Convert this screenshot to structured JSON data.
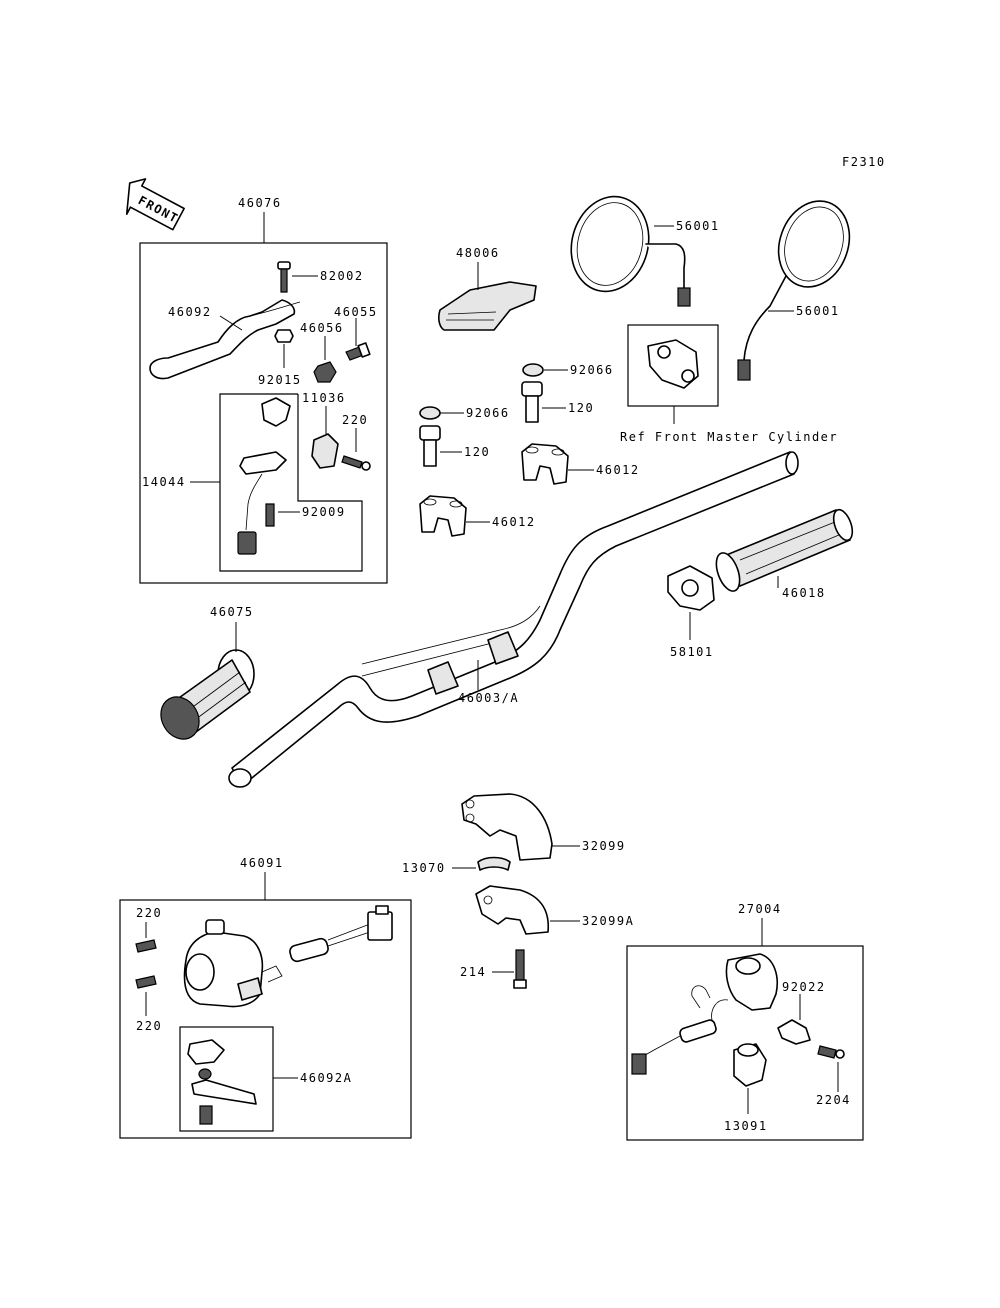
{
  "figure_code": "F2310",
  "front_label": "FRONT",
  "ref_note": "Ref Front Master Cylinder",
  "labels": {
    "l46076": "46076",
    "l82002": "82002",
    "l46092": "46092",
    "l46055": "46055",
    "l46056": "46056",
    "l92015": "92015",
    "l11036": "11036",
    "l220a": "220",
    "l14044": "14044",
    "l92009": "92009",
    "l48006": "48006",
    "l56001a": "56001",
    "l56001b": "56001",
    "l92066a": "92066",
    "l120a": "120",
    "l92066b": "92066",
    "l120b": "120",
    "l46012a": "46012",
    "l46012b": "46012",
    "l46018": "46018",
    "l58101": "58101",
    "l46075": "46075",
    "l46003": "46003/A",
    "l32099": "32099",
    "l13070": "13070",
    "l32099a": "32099A",
    "l214": "214",
    "l46091": "46091",
    "l220b": "220",
    "l220c": "220",
    "l46092a": "46092A",
    "l27004": "27004",
    "l92022": "92022",
    "l2204": "2204",
    "l13091": "13091"
  }
}
